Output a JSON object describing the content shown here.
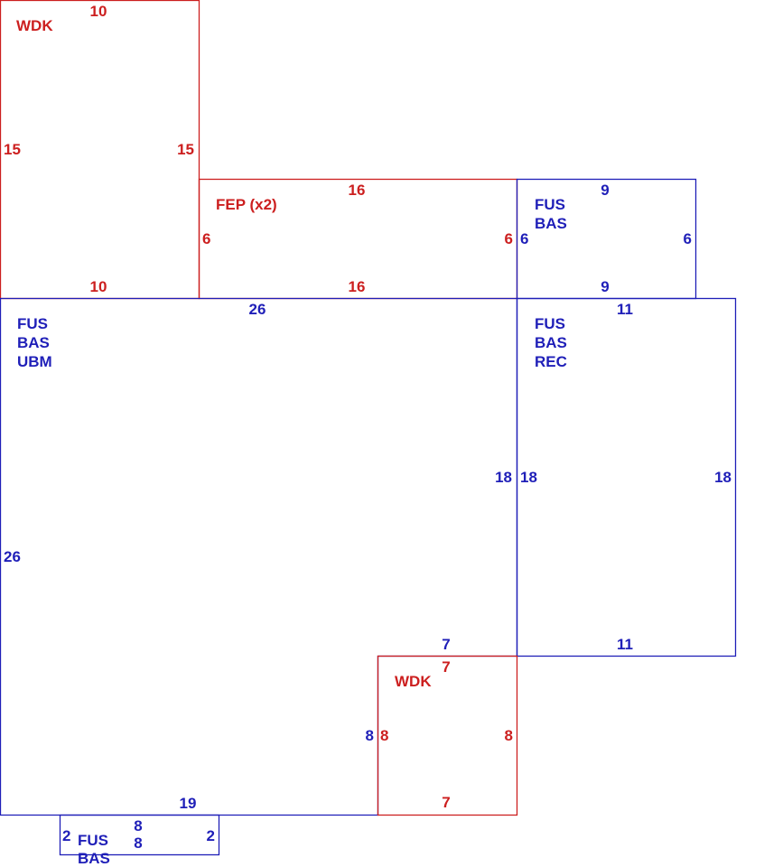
{
  "colors": {
    "red": "#cc1f1f",
    "blue": "#1f1fb8"
  },
  "areas": [
    {
      "id": "wdk-top",
      "color": "red",
      "label": [
        "WDK"
      ],
      "dims": {
        "top": "10",
        "bottom": "10",
        "left": "15",
        "right": "15"
      }
    },
    {
      "id": "fep",
      "color": "red",
      "label": [
        "FEP (x2)"
      ],
      "dims": {
        "top": "16",
        "bottom": "16",
        "left": "6",
        "right": "6"
      }
    },
    {
      "id": "fus-bas-top",
      "color": "blue",
      "label": [
        "FUS",
        "BAS"
      ],
      "dims": {
        "top": "9",
        "bottom": "9",
        "left": "6",
        "right": "6"
      }
    },
    {
      "id": "fus-bas-ubm",
      "color": "blue",
      "label": [
        "FUS",
        "BAS",
        "UBM"
      ],
      "dims": {
        "top": "26",
        "left": "26",
        "bottom": "19",
        "inner_right": "18",
        "notch_top": "7",
        "notch_side": "8"
      }
    },
    {
      "id": "fus-bas-rec",
      "color": "blue",
      "label": [
        "FUS",
        "BAS",
        "REC"
      ],
      "dims": {
        "top": "11",
        "bottom": "11",
        "left": "18",
        "right": "18"
      }
    },
    {
      "id": "wdk-bottom",
      "color": "red",
      "label": [
        "WDK"
      ],
      "dims": {
        "top": "7",
        "bottom": "7",
        "left": "8",
        "right": "8"
      }
    },
    {
      "id": "fus-bas-bottom",
      "color": "blue",
      "label": [
        "FUS",
        "BAS"
      ],
      "dims": {
        "top": "8",
        "bottom": "8",
        "left": "2",
        "right": "2"
      }
    }
  ]
}
